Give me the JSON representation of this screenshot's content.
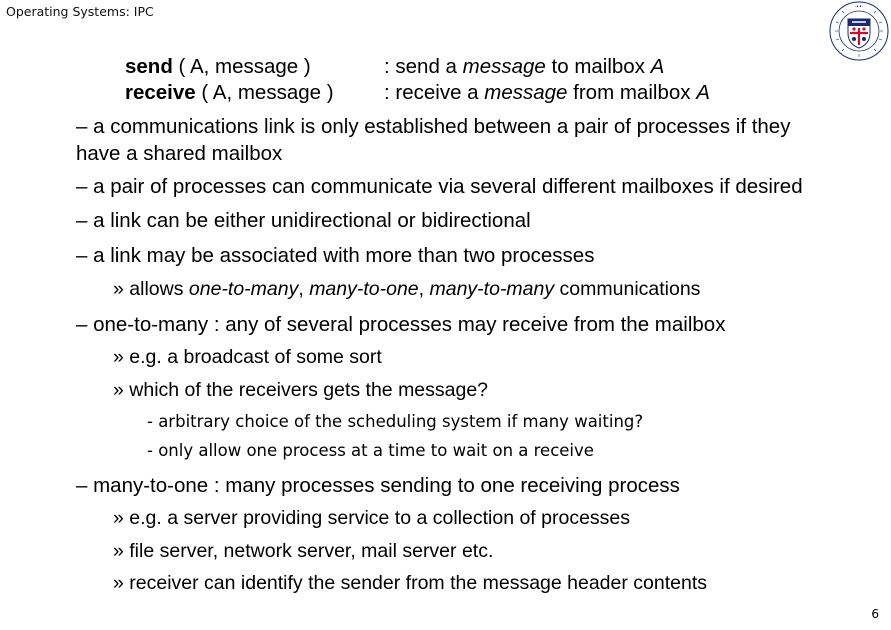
{
  "header": {
    "title": "Operating Systems: IPC"
  },
  "logo": {
    "name": "university-of-edinburgh-crest",
    "accent": "#c8102e",
    "primary": "#1b2a6b"
  },
  "commands": [
    {
      "keyword": "send",
      "args": " ( A, message )",
      "desc_pre": ": send a ",
      "desc_em": "message",
      "desc_mid": " to mailbox ",
      "desc_end": "A"
    },
    {
      "keyword": "receive",
      "args": " ( A, message )",
      "desc_pre": ": receive a ",
      "desc_em": "message",
      "desc_mid": " from mailbox ",
      "desc_end": "A"
    }
  ],
  "points": {
    "p1_a": "– a communications link is only established between a pair of processes if they",
    "p1_b": "have a shared mailbox",
    "p2": "– a pair of processes can communicate via several different mailboxes if desired",
    "p3": "– a link can be either unidirectional or bidirectional",
    "p4": "– a link may be associated with more than two processes",
    "p4_sub_pre": "» allows ",
    "p4_sub_e1": "one-to-many",
    "p4_sub_c1": ", ",
    "p4_sub_e2": "many-to-one",
    "p4_sub_c2": ", ",
    "p4_sub_e3": "many-to-many",
    "p4_sub_post": " communications",
    "p5": "– one-to-many : any of several processes may receive from the mailbox",
    "p5_s1": "» e.g. a broadcast of some sort",
    "p5_s2": "» which of the receivers gets the message?",
    "p5_s2_a": "- arbitrary choice of the scheduling system if many waiting?",
    "p5_s2_b": "- only allow one process at a time to wait on a receive",
    "p6": "– many-to-one : many processes sending to one receiving process",
    "p6_s1": "» e.g. a server providing service to a collection of processes",
    "p6_s2": "» file server, network server, mail server etc.",
    "p6_s3": "» receiver can identify the sender from the message header contents"
  },
  "footer": {
    "page_number": "6"
  }
}
